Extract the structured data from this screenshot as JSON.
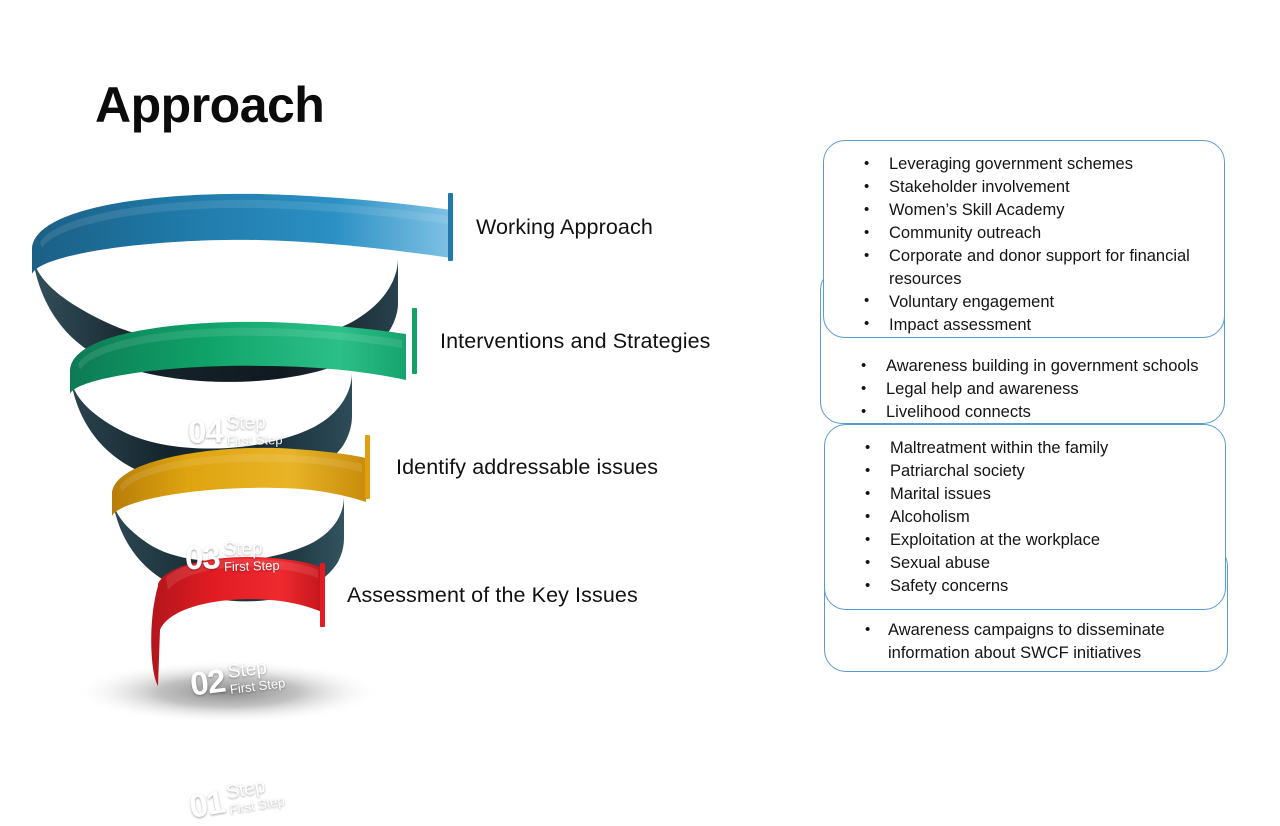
{
  "slide": {
    "title": "Approach"
  },
  "spiral": {
    "steps": [
      {
        "number": "04",
        "word_main": "Step",
        "word_sub": "First Step",
        "color": "#2079ad",
        "label": "Working Approach"
      },
      {
        "number": "03",
        "word_main": "Step",
        "word_sub": "First Step",
        "color": "#15a06a",
        "label": "Interventions and Strategies"
      },
      {
        "number": "02",
        "word_main": "Step",
        "word_sub": "First Step",
        "color": "#dea010",
        "label": "Identify addressable issues"
      },
      {
        "number": "01",
        "word_main": "Step",
        "word_sub": "First Step",
        "color": "#e01b22",
        "label": "Assessment of the Key Issues"
      }
    ],
    "ribbon_underside_color": "#1d3640",
    "shadow_color": "#9a9a9a"
  },
  "bullet_boxes": [
    {
      "border_color": "#5b9bd5",
      "items": [
        "Leveraging government schemes",
        "Stakeholder involvement",
        "Women’s Skill Academy",
        "Community outreach",
        "Corporate and donor support for financial resources",
        "Voluntary engagement",
        "Impact assessment"
      ]
    },
    {
      "border_color": "#5b9bd5",
      "items": [
        "Awareness building in government schools",
        "Legal help and awareness",
        "Livelihood connects"
      ]
    },
    {
      "border_color": "#5b9bd5",
      "items": [
        "Maltreatment within the family",
        "Patriarchal society",
        "Marital issues",
        "Alcoholism",
        "Exploitation at the workplace",
        "Sexual abuse",
        "Safety concerns"
      ]
    },
    {
      "border_color": "#5b9bd5",
      "items": [
        "Awareness campaigns to disseminate information about SWCF initiatives"
      ]
    }
  ]
}
